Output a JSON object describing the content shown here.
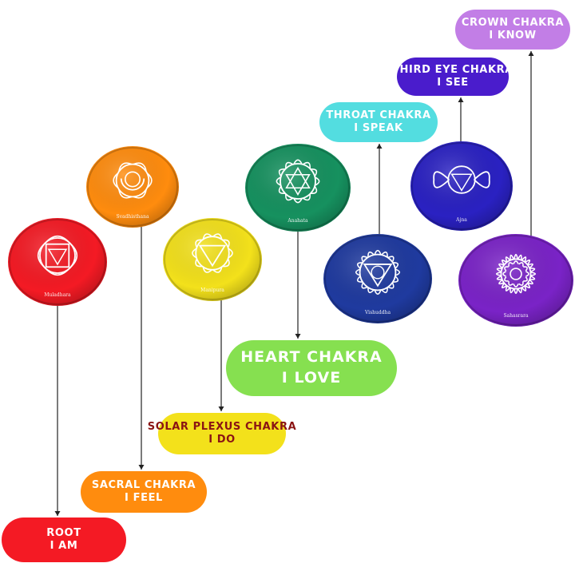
{
  "colors": {
    "root": "#f41a24",
    "sacral": "#ff8c0e",
    "solar": "#f3e11b",
    "heart": "#16915f",
    "throat": "#1f3a9f",
    "third_eye": "#2a21c2",
    "crown": "#7a23c7",
    "heart_label_bg": "#86e050",
    "throat_label_bg": "#53dde0",
    "crown_label_bg": "#c27ee6",
    "third_eye_label_bg": "#4a1ccc",
    "solar_label_text": "#8a1414"
  },
  "chakras": [
    {
      "id": "root",
      "disc_text": "Muladhara",
      "symbol_icon": "root-lotus-square-icon",
      "label_line1": "ROOT",
      "label_line2": "I AM"
    },
    {
      "id": "sacral",
      "disc_text": "Svadhisthana",
      "symbol_icon": "sacral-lotus-vam-icon",
      "label_line1": "SACRAL CHAKRA",
      "label_line2": "I FEEL"
    },
    {
      "id": "solar",
      "disc_text": "Manipura",
      "symbol_icon": "solar-triangle-ram-icon",
      "label_line1": "SOLAR PLEXUS CHAKRA",
      "label_line2": "I DO"
    },
    {
      "id": "heart",
      "disc_text": "Anahata",
      "symbol_icon": "heart-hexagram-yam-icon",
      "label_line1": "HEART CHAKRA",
      "label_line2": "I LOVE"
    },
    {
      "id": "throat",
      "disc_text": "Vishuddha",
      "symbol_icon": "throat-triangle-ham-icon",
      "label_line1": "THROAT CHAKRA",
      "label_line2": "I SPEAK"
    },
    {
      "id": "third_eye",
      "disc_text": "Ajna",
      "symbol_icon": "third-eye-om-icon",
      "label_line1": "THIRD EYE CHAKRA",
      "label_line2": "I SEE"
    },
    {
      "id": "crown",
      "disc_text": "Sahasrara",
      "symbol_icon": "crown-thousand-petal-om-icon",
      "label_line1": "CROWN CHAKRA",
      "label_line2": "I KNOW"
    }
  ]
}
